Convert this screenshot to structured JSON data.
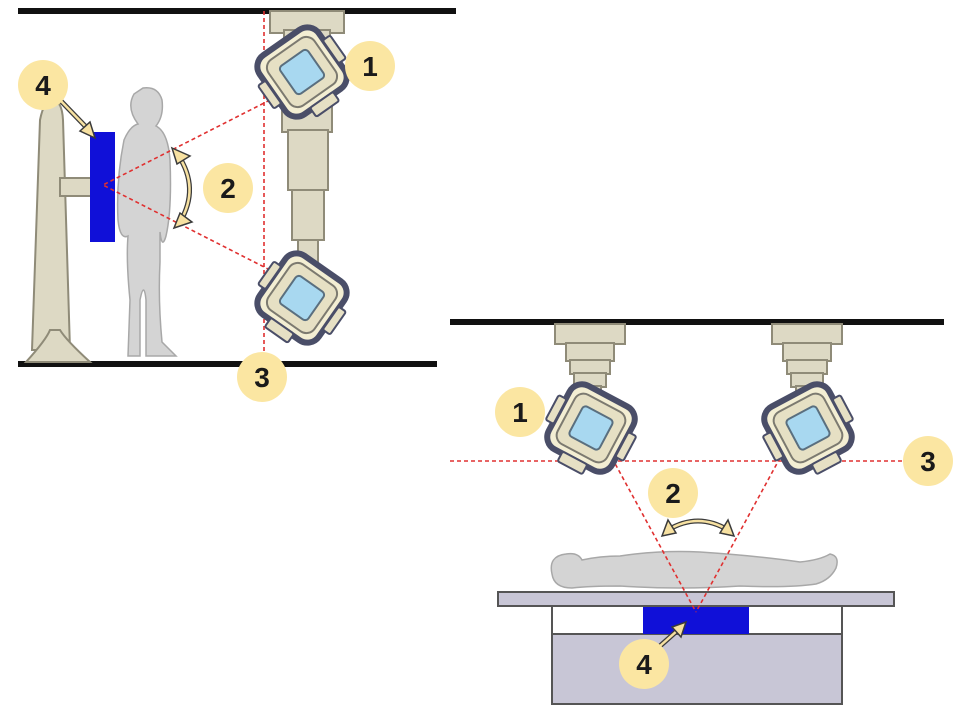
{
  "labels": {
    "left": {
      "tube": "1",
      "angle": "2",
      "ray_line": "3",
      "detector": "4"
    },
    "right": {
      "tube": "1",
      "angle": "2",
      "ray_line": "3",
      "detector": "4"
    }
  },
  "colors": {
    "ceiling_line": "#111111",
    "ray_line": "#e03030",
    "detector": "#1010d8",
    "badge": "#fbe6a2",
    "badge_text": "#1a1a1a",
    "column": "#ddd9c4",
    "column_stroke": "#8f8b78",
    "body": "#d4d4d4",
    "table": "#c8c6d6",
    "tube_ring": "#4a4e68",
    "tube_window": "#a8d8f0"
  }
}
